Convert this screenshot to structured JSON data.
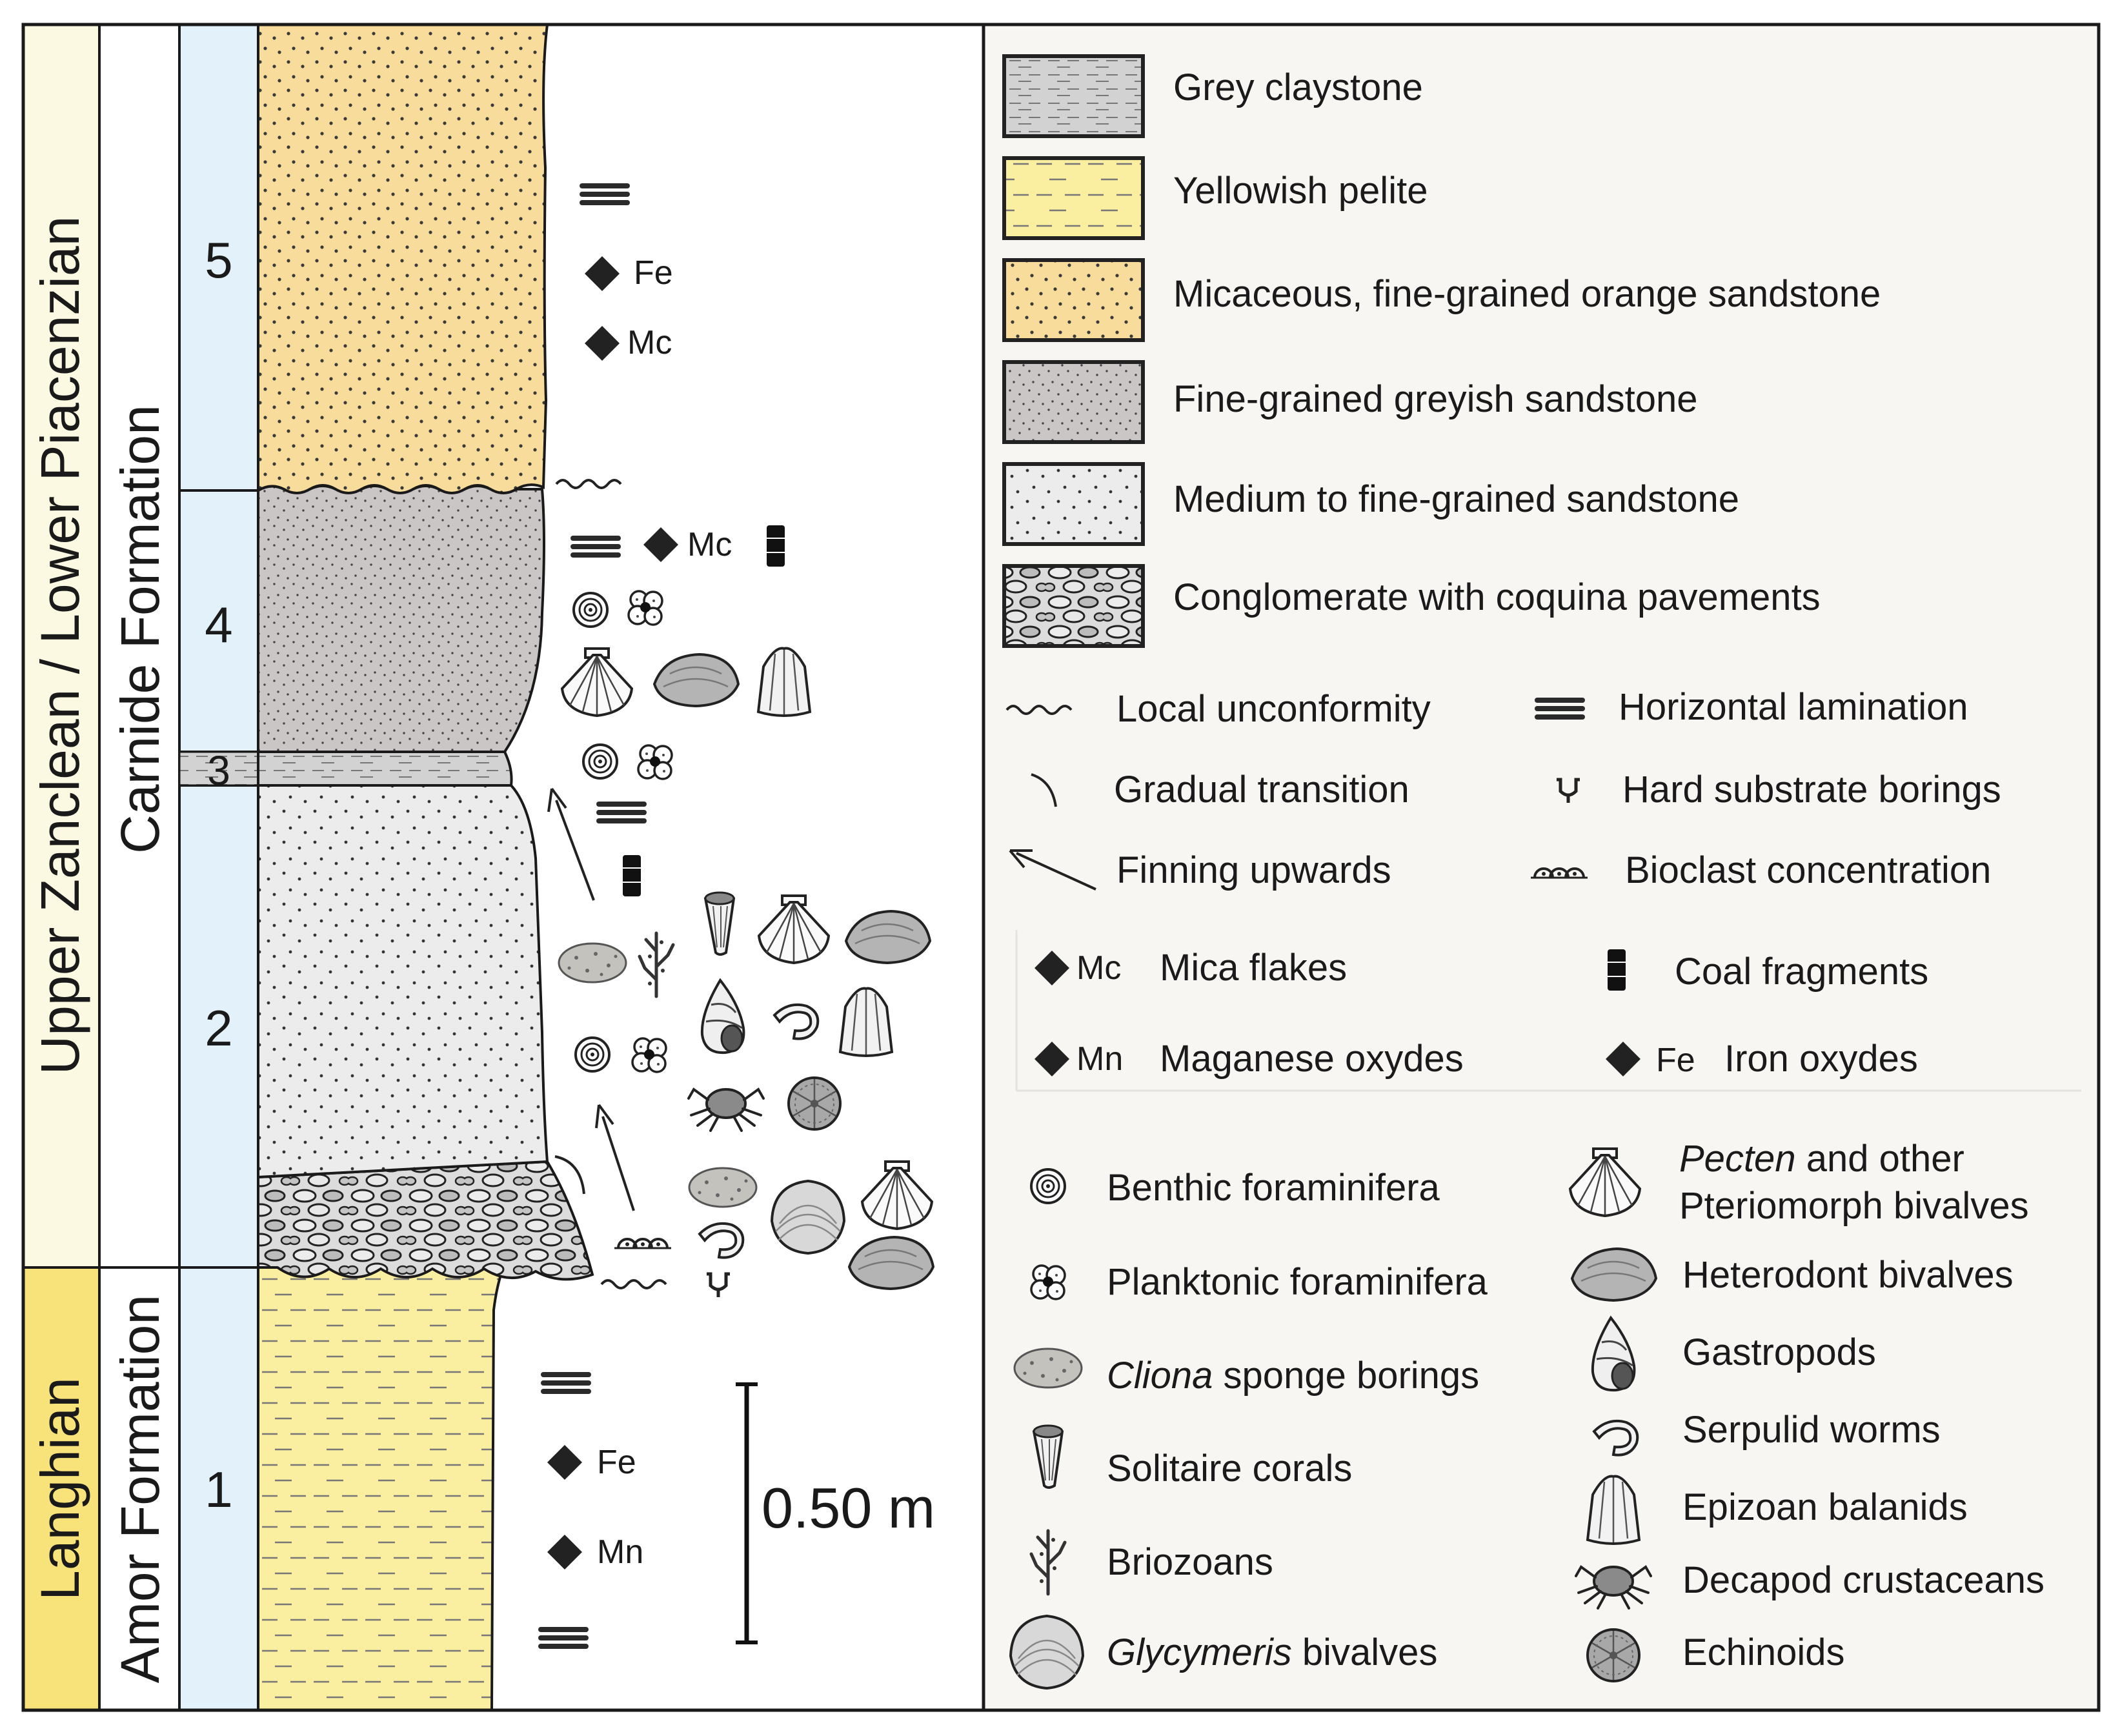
{
  "stratigraphy": {
    "stage_upper": "Upper Zanclean / Lower Piacenzian",
    "stage_lower": "Langhian",
    "formation_upper": "Carnide Formation",
    "formation_lower": "Amor Formation",
    "units": [
      "5",
      "4",
      "3",
      "2",
      "1"
    ]
  },
  "log_symbols": {
    "fe": "Fe",
    "mc": "Mc",
    "mn": "Mn"
  },
  "scale_bar": "0.50 m",
  "legend": {
    "lithology": [
      "Grey claystone",
      "Yellowish pelite",
      "Micaceous, fine-grained orange sandstone",
      "Fine-grained greyish sandstone",
      "Medium to fine-grained sandstone",
      "Conglomerate with coquina pavements"
    ],
    "structures": {
      "local_unconformity": "Local unconformity",
      "horizontal_lamination": "Horizontal lamination",
      "gradual_transition": "Gradual transition",
      "hard_substrate_borings": "Hard substrate borings",
      "finning_upwards": "Finning upwards",
      "bioclast_concentration": "Bioclast concentration"
    },
    "minerals": {
      "mc_code": "Mc",
      "mc_label": "Mica flakes",
      "mn_code": "Mn",
      "mn_label": "Maganese oxydes",
      "fe_code": "Fe",
      "fe_label": "Iron oxydes",
      "coal_label": "Coal fragments"
    },
    "fossils_left": {
      "benthic": "Benthic foraminifera",
      "planktonic": "Planktonic foraminifera",
      "cliona_italic": "Cliona",
      "cliona_rest": " sponge borings",
      "corals": "Solitaire corals",
      "briozoans": "Briozoans",
      "glycymeris_italic": "Glycymeris",
      "glycymeris_rest": " bivalves"
    },
    "fossils_right": {
      "pecten_italic": "Pecten",
      "pecten_rest": " and other",
      "pecten_line2": "Pteriomorph bivalves",
      "heterodont": "Heterodont bivalves",
      "gastropods": "Gastropods",
      "serpulid": "Serpulid worms",
      "balanids": "Epizoan balanids",
      "decapod": "Decapod crustaceans",
      "echinoids": "Echinoids"
    }
  },
  "colors": {
    "frame": "#1a1a1a",
    "stage_upper_fill": "#fcf9e3",
    "stage_lower_fill": "#f8e27a",
    "unit_column_fill": "#e3f1fa",
    "orange_sandstone": "#f7dc9b",
    "grey_sandstone": "#c9c6c5",
    "medium_sandstone": "#ececec",
    "yellow_pelite": "#faeea0",
    "claystone": "#d2d2d2",
    "legend_bg": "#f8f6f3"
  }
}
